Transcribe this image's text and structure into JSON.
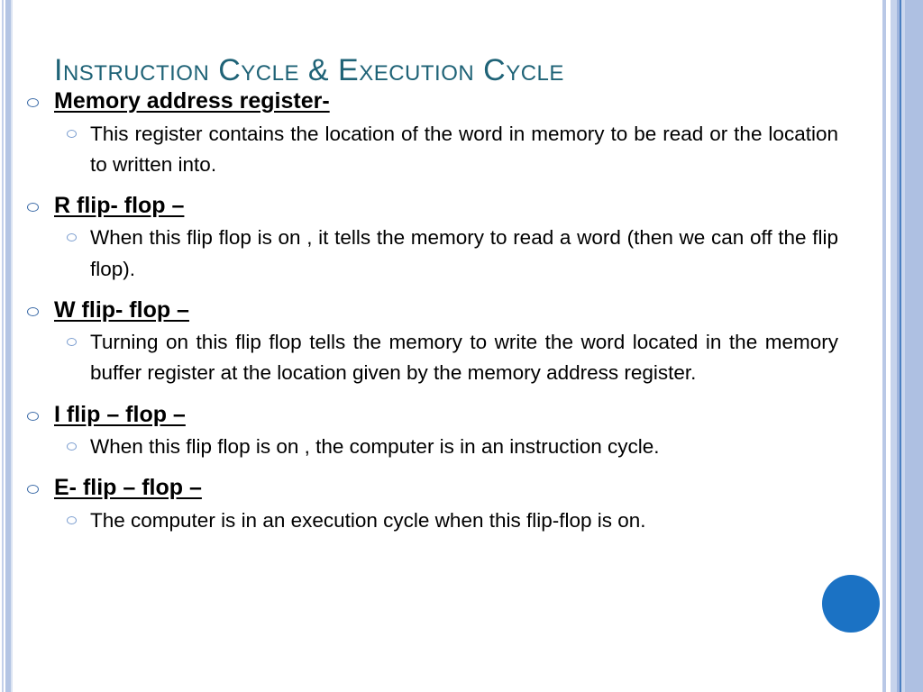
{
  "slide": {
    "title": "Instruction Cycle & Execution Cycle",
    "title_color": "#1f6377",
    "background_color": "#ffffff",
    "accent_dot_color": "#1b72c4",
    "bullet_level1_color": "#3d6ca8",
    "bullet_level2_color": "#7d9fd0",
    "left_stripe_color": "#b4c5e4",
    "right_stripe_color": "#aec0e2"
  },
  "bullets": [
    {
      "heading": "Memory address register-",
      "body": "This register contains the location of the word in memory to be read or the location to written into.",
      "justified": true
    },
    {
      "heading": "R flip- flop –",
      "body": "When this flip flop is on , it tells the memory to read a word (then we can off the flip flop).",
      "justified": true
    },
    {
      "heading": "W flip- flop –",
      "body": "Turning on this flip flop tells the memory to write the word located in the memory buffer register at the location given by the memory address register.",
      "justified": true
    },
    {
      "heading": "I flip – flop –",
      "body": "When this flip flop is on , the computer is in an instruction cycle.",
      "justified": true
    },
    {
      "heading": "E- flip – flop –",
      "body": "The computer is in an execution cycle when this flip-flop is on.",
      "justified": false
    }
  ]
}
